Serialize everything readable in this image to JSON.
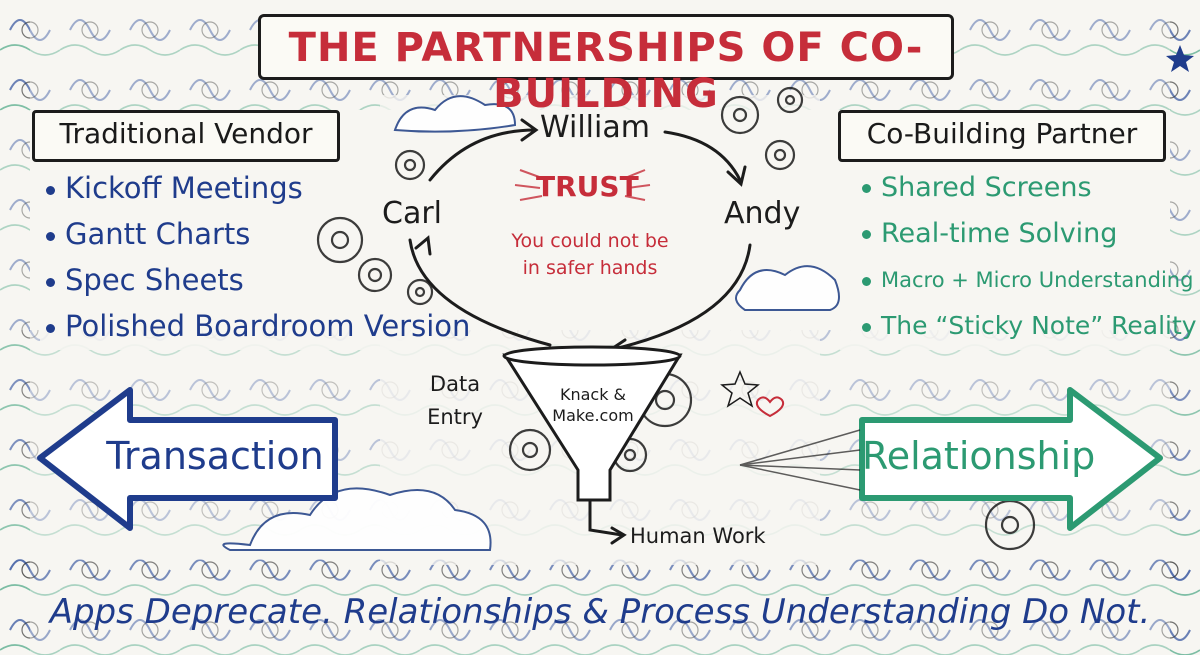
{
  "title": "THE PARTNERSHIPS OF CO-BUILDING",
  "left_panel": {
    "header": "Traditional Vendor",
    "items": [
      "Kickoff Meetings",
      "Gantt Charts",
      "Spec Sheets",
      "Polished Boardroom Version"
    ]
  },
  "right_panel": {
    "header": "Co-Building Partner",
    "items": [
      "Shared Screens",
      "Real-time Solving",
      "Macro + Micro Understanding",
      "The “Sticky Note” Reality"
    ]
  },
  "center": {
    "people": {
      "top": "William",
      "left": "Carl",
      "right": "Andy"
    },
    "trust_title": "TRUST",
    "trust_line1": "You could not be",
    "trust_line2": "in safer hands",
    "funnel_line1": "Knack &",
    "funnel_line2": "Make.com",
    "data_entry_line1": "Data",
    "data_entry_line2": "Entry",
    "human_work": "Human Work"
  },
  "left_arrow_label": "Transaction",
  "right_arrow_label": "Relationship",
  "footer": "Apps Deprecate. Relationships & Process Understanding Do Not.",
  "colors": {
    "title_red": "#c62d3a",
    "navy": "#1f3c8c",
    "teal": "#2c9a72",
    "ink": "#1c1c1c"
  }
}
